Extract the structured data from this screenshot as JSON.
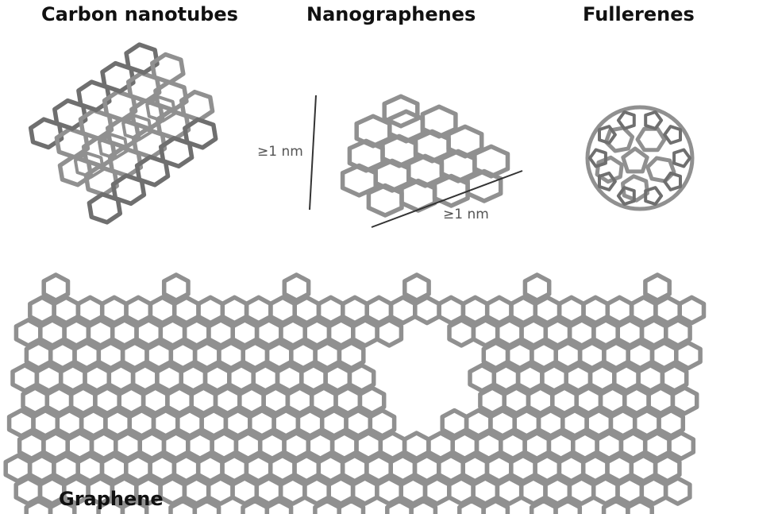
{
  "titles": {
    "carbon_nanotubes": "Carbon nanotubes",
    "nanographenes": "Nanographenes",
    "fullerenes": "Fullerenes",
    "graphene": "Graphene"
  },
  "dimensions": {
    "vertical": "≥1 nm",
    "horizontal": "≥1 nm"
  },
  "colors": {
    "bond": "#909090",
    "bond_dark": "#6f6f6f",
    "text": "#111111",
    "dimension_text": "#555555",
    "dimension_line": "#333333"
  }
}
